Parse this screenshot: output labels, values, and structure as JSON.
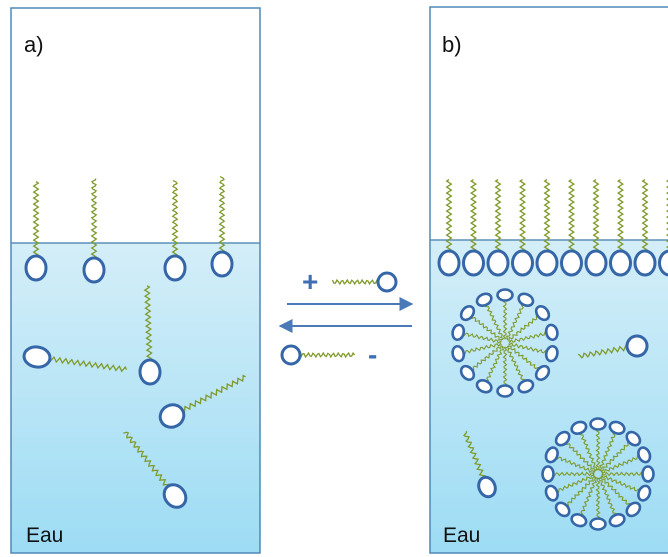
{
  "panels": {
    "a": {
      "label": "a)",
      "water_label": "Eau"
    },
    "b": {
      "label": "b)",
      "water_label": "Eau"
    }
  },
  "equilibrium": {
    "add_sign": "+",
    "remove_sign": "-"
  },
  "colors": {
    "border": "#4f88b8",
    "water_top": "#d4eef8",
    "water_bottom": "#9ddcf4",
    "surface_line": "#5b8fb8",
    "head_stroke": "#3566a8",
    "head_fill": "#ffffff",
    "tail": "#7f9a2a",
    "arrow": "#4a7ab8",
    "sign": "#3f6fb2"
  }
}
